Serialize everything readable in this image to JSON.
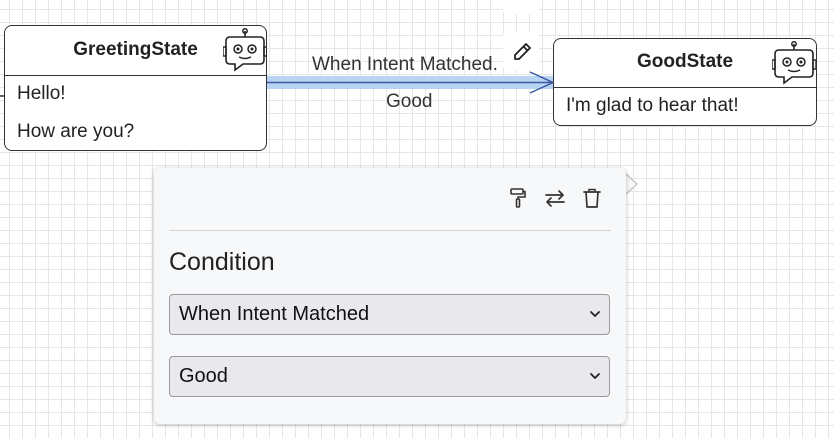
{
  "states": [
    {
      "title": "GreetingState",
      "lines": [
        "Hello!",
        "How are you?"
      ]
    },
    {
      "title": "GoodState",
      "lines": [
        "I'm glad to hear that!"
      ]
    }
  ],
  "edge": {
    "condition_label": "When Intent Matched.",
    "intent_label": "Good"
  },
  "panel": {
    "heading": "Condition",
    "condition_select": {
      "value": "When Intent Matched"
    },
    "intent_select": {
      "value": "Good"
    }
  },
  "icons": {
    "state_avatar": "robot-icon",
    "edge_tools": [
      "trash-icon",
      "pencil-icon"
    ],
    "panel_tools": [
      "paint-roller-icon",
      "swap-arrows-icon",
      "trash-icon"
    ],
    "select_caret": "chevron-down-icon"
  },
  "colors": {
    "edge_highlight": "#b9d3f3",
    "edge_line": "#3a5aa0"
  }
}
